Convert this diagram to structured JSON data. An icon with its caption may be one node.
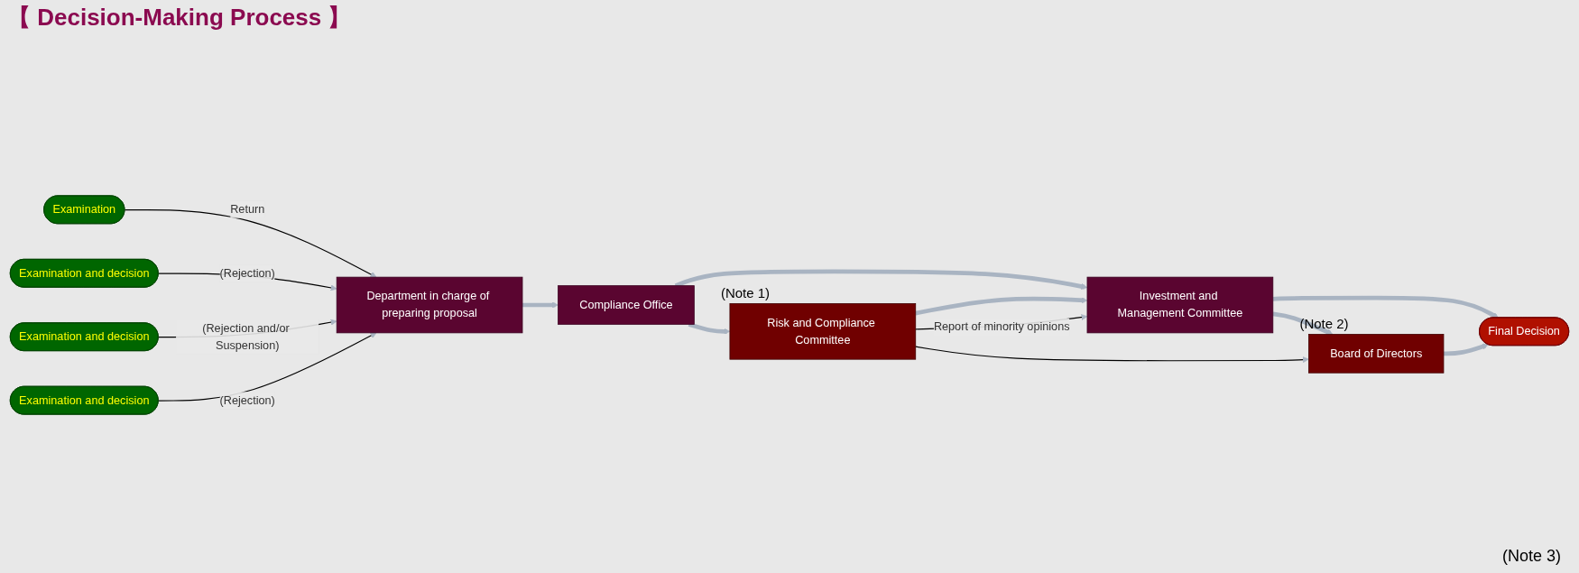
{
  "diagram": {
    "title": "【 Decision-Making Process 】",
    "nodes": [
      {
        "text": [
          "Department in charge of preparing proposal"
        ]
      },
      {
        "text": [
          "Compliance Office"
        ]
      },
      {
        "text": [
          "Risk and Compliance Committee"
        ],
        "beside": [
          "(Note 1)"
        ]
      },
      {
        "text": [
          "Investment and Management Committee"
        ]
      },
      {
        "text": [
          "Board of Directors"
        ],
        "beside": [
          "(Note 2)"
        ]
      },
      {
        "text": [
          "Final Decision"
        ]
      },
      {
        "text": [
          "Examination"
        ]
      },
      {
        "text": [
          "Examination and decision"
        ]
      },
      {
        "text": [
          "Examination and decision"
        ]
      },
      {
        "text": [
          "Examination and decision"
        ]
      }
    ],
    "edges": [
      {
        "from": 0,
        "to": 1,
        "arrow": "to"
      },
      {
        "from": 1,
        "to": 2,
        "arrow": "to"
      },
      {
        "from": 1,
        "to": 3,
        "arrow": "to"
      },
      {
        "from": 2,
        "to": 3,
        "arrow": "to"
      },
      {
        "from": 3,
        "to": 4,
        "arrow": "to"
      },
      {
        "from": 3,
        "to": 5,
        "arrow": "to"
      },
      {
        "from": 4,
        "to": 5,
        "arrow": "to"
      },
      {
        "from": 2,
        "to": 3,
        "arrow": "to",
        "label": "Report of minority opinions",
        "color": "#000000"
      },
      {
        "from": 2,
        "to": 4,
        "arrow": "to",
        "color": "#000000"
      },
      {
        "from": 6,
        "to": 0,
        "arrow": "to",
        "label": "Return",
        "color": "#000000"
      },
      {
        "from": 7,
        "to": 0,
        "arrow": "to",
        "label": "(Rejection)",
        "color": "#000000"
      },
      {
        "from": 8,
        "to": 0,
        "arrow": "to",
        "label": "(Rejection and/or Suspension)",
        "color": "#000000"
      },
      {
        "from": 9,
        "to": 0,
        "arrow": "to",
        "label": "(Rejection)",
        "color": "#000000"
      }
    ],
    "labels": [
      "(Note 3)"
    ]
  }
}
